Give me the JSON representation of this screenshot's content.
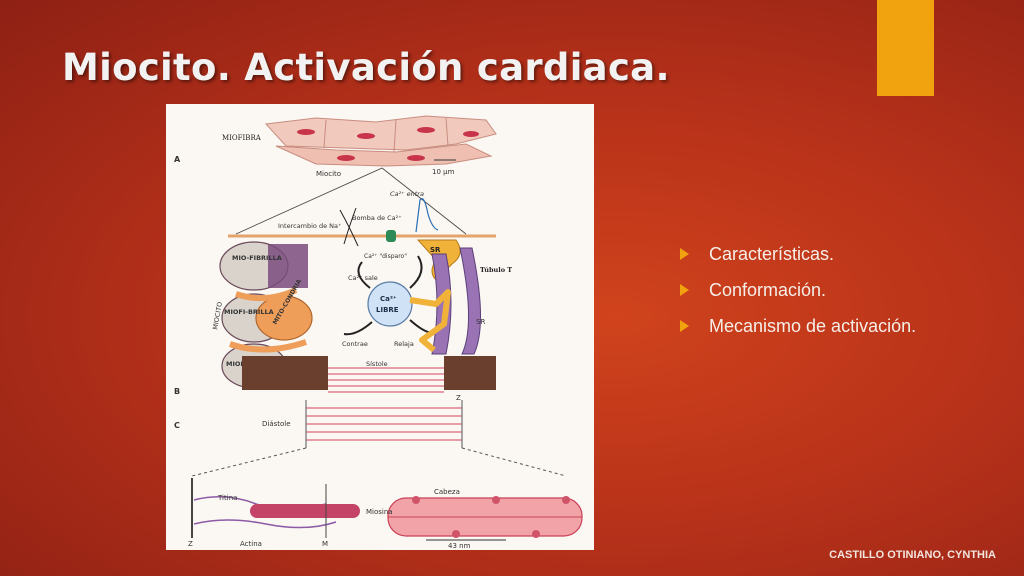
{
  "slide": {
    "title": "Miocito. Activación cardiaca.",
    "accent_color": "#f0a30f",
    "background_color": "#c03a1b"
  },
  "bullets": [
    {
      "text": "Características.",
      "icon": "triangle-bullet-icon"
    },
    {
      "text": "Conformación.",
      "icon": "triangle-bullet-icon"
    },
    {
      "text": "Mecanismo de activación.",
      "icon": "triangle-bullet-icon"
    }
  ],
  "figure": {
    "labels": {
      "miofibra": "MIOFIBRA",
      "panel_a": "A",
      "miocito": "Miocito",
      "scale": "10 µm",
      "ca_entra": "Ca²⁺ entra",
      "intercambio": "Intercambio de Na⁺",
      "bomba": "Bomba de Ca²⁺",
      "ca_disparo": "Ca²⁺ \"disparo\"",
      "sr_top": "SR",
      "ca_sale": "Ca²⁺ sale",
      "miofibrilla_1": "MIO-FIBRILLA",
      "mitocondria": "MITO-CONDRIA",
      "miofibrilla_2": "MIOFI-BRILLA",
      "miofibrilla_3": "MIOFI-BRILLA",
      "miocito_side": "MIOCITO",
      "ca_libre_1": "Ca²⁺",
      "ca_libre_2": "LIBRE",
      "tubulo_t": "Túbulo T",
      "sr_bottom": "SR",
      "contrae": "Contrae",
      "relaja": "Relaja",
      "sistole": "Sístole",
      "panel_b": "B",
      "z_mark": "Z",
      "panel_c": "C",
      "diastole": "Diástole",
      "cabeza": "Cabeza",
      "titina": "Titina",
      "miosina": "Miosina",
      "z_bottom": "Z",
      "actina": "Actina",
      "m_bottom": "M",
      "nm": "43 nm"
    }
  },
  "footer": {
    "author": "CASTILLO OTINIANO, CYNTHIA"
  }
}
